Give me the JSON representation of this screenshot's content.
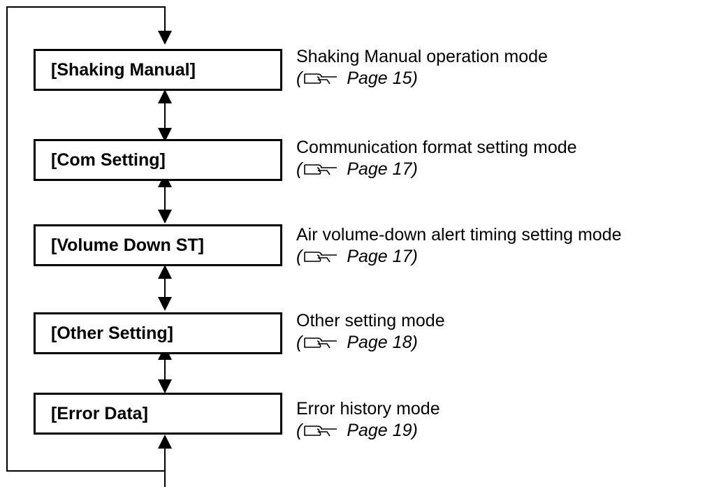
{
  "modes": [
    {
      "label": "[Shaking Manual]",
      "description": "Shaking Manual operation mode",
      "page_ref": "Page 15)"
    },
    {
      "label": "[Com Setting]",
      "description": "Communication format setting mode",
      "page_ref": "Page 17)"
    },
    {
      "label": "[Volume Down ST]",
      "description": "Air volume-down alert timing setting mode",
      "page_ref": "Page 17)"
    },
    {
      "label": "[Other Setting]",
      "description": "Other setting mode",
      "page_ref": "Page 18)"
    },
    {
      "label": "[Error Data]",
      "description": "Error history mode",
      "page_ref": "Page 19)"
    }
  ],
  "page_ref_prefix": "(",
  "icons": {
    "reference": "pointing-hand-icon"
  }
}
